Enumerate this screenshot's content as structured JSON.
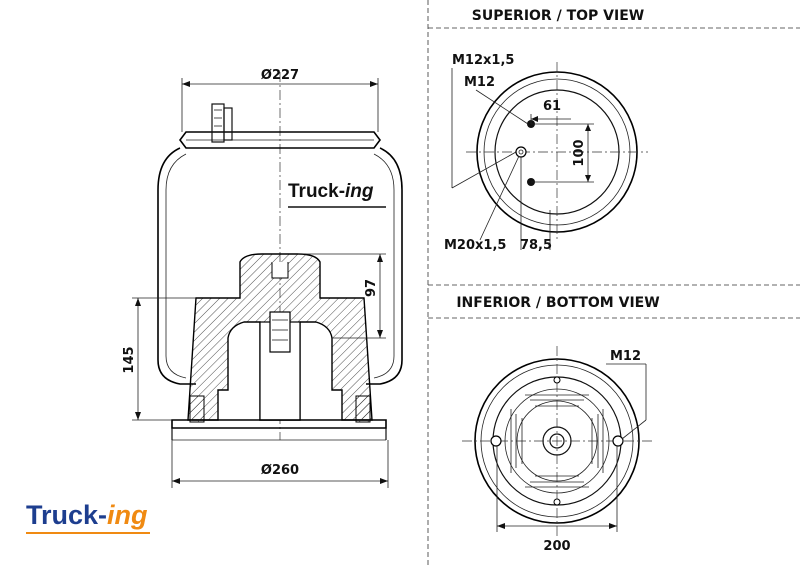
{
  "colors": {
    "brand_blue": "#1d3e8f",
    "brand_orange": "#f08a12",
    "line": "#111111"
  },
  "side_view": {
    "brand_label": {
      "text": "Truck-",
      "suffix": "ing"
    },
    "dim_top_diameter": "Ø227",
    "dim_bottom_diameter": "Ø260",
    "dim_height": "145",
    "dim_piston": "97"
  },
  "top_view": {
    "title": "SUPERIOR / TOP VIEW",
    "label_m12x15": "M12x1,5",
    "label_m12": "M12",
    "label_m20x15": "M20x1,5",
    "dim_61": "61",
    "dim_100": "100",
    "dim_785": "78,5"
  },
  "bottom_view": {
    "title": "INFERIOR / BOTTOM VIEW",
    "label_m12": "M12",
    "dim_200": "200"
  },
  "logo": {
    "text": "Truck-",
    "suffix": "ing"
  }
}
